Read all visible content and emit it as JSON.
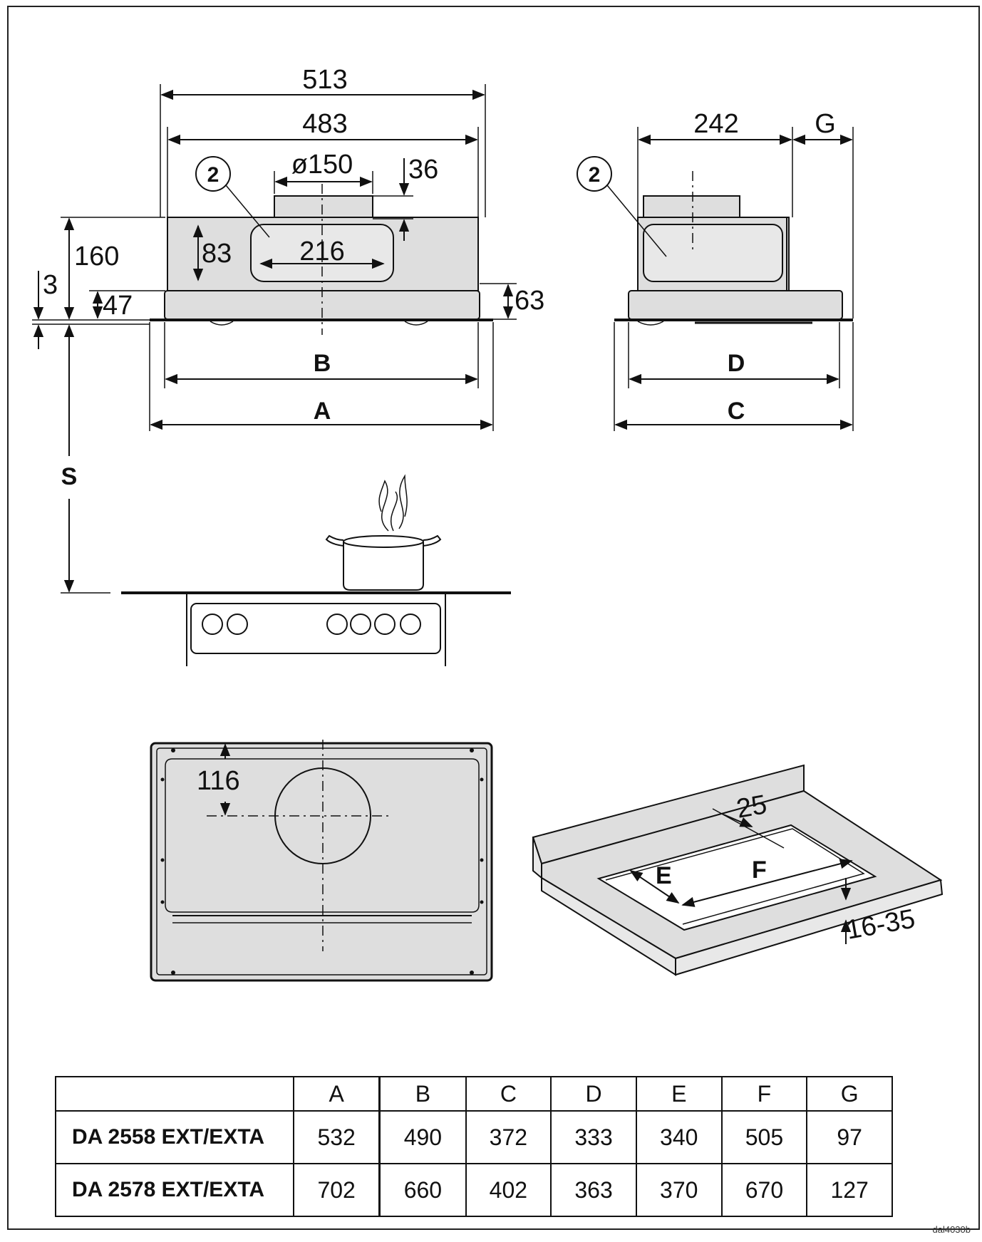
{
  "front_view": {
    "overall_width": "513",
    "inner_width": "483",
    "duct_diameter": "ø150",
    "duct_height": "36",
    "outlet_width": "216",
    "outlet_height": "83",
    "total_height": "160",
    "panel_height": "47",
    "offset": "3",
    "side_height": "63",
    "dim_b": "B",
    "dim_a": "A",
    "callout": "2"
  },
  "side_view": {
    "depth": "242",
    "dim_g": "G",
    "dim_d": "D",
    "dim_c": "C",
    "callout": "2"
  },
  "hob": {
    "dim_s": "S"
  },
  "top_view": {
    "duct_offset": "116"
  },
  "cutout": {
    "edge": "25",
    "dim_e": "E",
    "dim_f": "F",
    "thickness": "16-35"
  },
  "table": {
    "headers": [
      "",
      "A",
      "B",
      "C",
      "D",
      "E",
      "F",
      "G"
    ],
    "rows": [
      {
        "model": "DA 2558 EXT/EXTA",
        "values": [
          "532",
          "490",
          "372",
          "333",
          "340",
          "505",
          "97"
        ]
      },
      {
        "model": "DA 2578 EXT/EXTA",
        "values": [
          "702",
          "660",
          "402",
          "363",
          "370",
          "670",
          "127"
        ]
      }
    ]
  },
  "reference": "dal4030b"
}
